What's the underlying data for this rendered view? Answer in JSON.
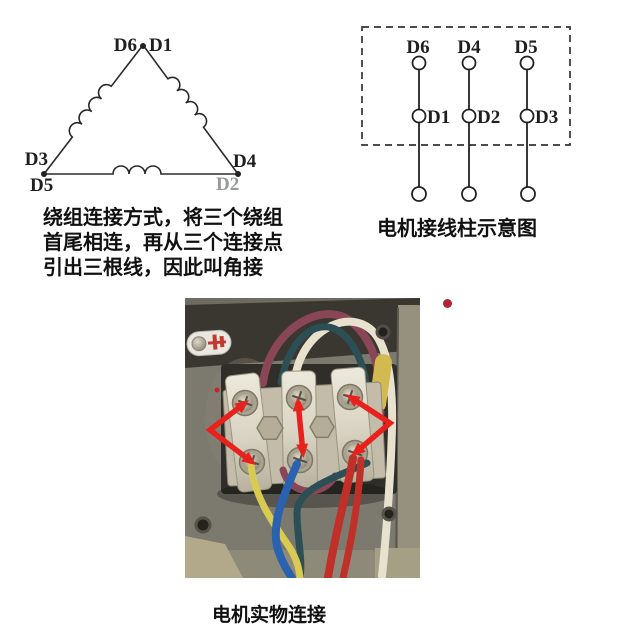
{
  "delta_diagram": {
    "labels": {
      "apex_left": "D6",
      "apex_right": "D1",
      "bottom_left_top": "D3",
      "bottom_left_bottom": "D5",
      "bottom_right_top": "D4",
      "bottom_right_bottom": "D2"
    }
  },
  "terminal_diagram": {
    "top_labels": [
      "D6",
      "D4",
      "D5"
    ],
    "middle_labels": [
      "D1",
      "D2",
      "D3"
    ],
    "caption": "电机接线柱示意图"
  },
  "description": {
    "line1": "绕组连接方式，将三个绕组",
    "line2": "首尾相连，再从三个连接点",
    "line3": "引出三根线，因此叫角接"
  },
  "photo": {
    "caption": "电机实物连接"
  },
  "colors": {
    "diagram_line": "#2a2a2a",
    "faded_label": "#97999b",
    "arrow_red": "#e8211c",
    "dot_red": "#b02531",
    "wire_yellow": "#d9ca52",
    "wire_blue": "#2b62b0",
    "wire_red": "#c03028",
    "wire_maroon": "#8a4557",
    "wire_teal": "#2b4f55",
    "wire_cream": "#e7e1ce"
  }
}
